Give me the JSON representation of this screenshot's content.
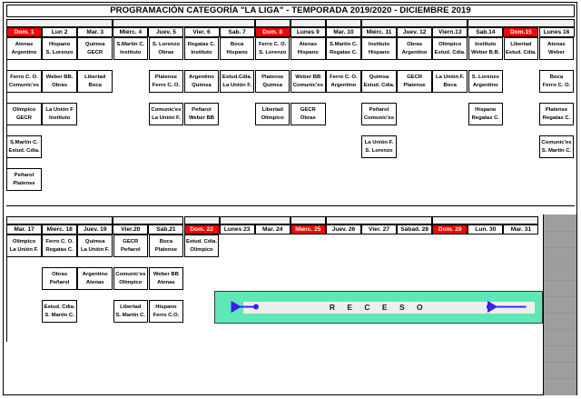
{
  "document": {
    "title": "PROGRAMACIÓN CATEGORÍA \"LA LIGA\" - TEMPORADA 2019/2020 - DICIEMBRE 2019",
    "accent_sunday": "#ff0000",
    "accent_receso": "#5ee8b5",
    "accent_arrow": "#3b1ef0"
  },
  "block1": {
    "dates": [
      {
        "label": "Dom. 1",
        "sunday": true
      },
      {
        "label": "Lun 2",
        "sunday": false
      },
      {
        "label": "Mar. 3",
        "sunday": false
      },
      {
        "label": "Miérc. 4",
        "sunday": false
      },
      {
        "label": "Juev. 5",
        "sunday": false
      },
      {
        "label": "Vier. 6",
        "sunday": false
      },
      {
        "label": "Sab. 7",
        "sunday": false
      },
      {
        "label": "Dom. 8",
        "sunday": true
      },
      {
        "label": "Lunes 9",
        "sunday": false
      },
      {
        "label": "Mar. 10",
        "sunday": false
      },
      {
        "label": "Miérc. 11",
        "sunday": false
      },
      {
        "label": "Juev. 12",
        "sunday": false
      },
      {
        "label": "Viern.13",
        "sunday": false
      },
      {
        "label": "Sab.14",
        "sunday": false
      },
      {
        "label": "Dom.15",
        "sunday": true
      },
      {
        "label": "Lunes 16",
        "sunday": false
      }
    ],
    "rows": [
      [
        {
          "col": 0,
          "home": "Atenas",
          "away": "Argentino"
        },
        {
          "col": 1,
          "home": "Hispano",
          "away": "S. Lorenzo"
        },
        {
          "col": 2,
          "home": "Quimsa",
          "away": "GECR"
        },
        {
          "col": 3,
          "home": "S.Martín C.",
          "away": "Instituto"
        },
        {
          "col": 4,
          "home": "S. Lorenzo",
          "away": "Obras"
        },
        {
          "col": 5,
          "home": "Regatas C.",
          "away": "Instituto"
        },
        {
          "col": 6,
          "home": "Boca",
          "away": "Hispano"
        },
        {
          "col": 7,
          "home": "Ferro C. O.",
          "away": "S. Lorenzo"
        },
        {
          "col": 8,
          "home": "Atenas",
          "away": "Hispano"
        },
        {
          "col": 9,
          "home": "S.Martín C.",
          "away": "Regatas C."
        },
        {
          "col": 10,
          "home": "Instituto",
          "away": "Hispano"
        },
        {
          "col": 11,
          "home": "Obras",
          "away": "Argentino"
        },
        {
          "col": 12,
          "home": "Olímpico",
          "away": "Estud. Cdia."
        },
        {
          "col": 13,
          "home": "Instituto",
          "away": "Weber B.B."
        },
        {
          "col": 14,
          "home": "Libertad",
          "away": "Estud. Cdia."
        },
        {
          "col": 15,
          "home": "Atenas",
          "away": "Weber"
        }
      ],
      [
        {
          "col": 0,
          "home": "Ferro C. O.",
          "away": "Comunic'es"
        },
        {
          "col": 1,
          "home": "Weber BB.",
          "away": "Obras"
        },
        {
          "col": 2,
          "home": "Libertad",
          "away": "Boca"
        },
        {
          "col": 4,
          "home": "Platense",
          "away": "Ferro C. O."
        },
        {
          "col": 5,
          "home": "Argentino",
          "away": "Quimsa"
        },
        {
          "col": 6,
          "home": "Estud.Cdia.",
          "away": "La Unión F."
        },
        {
          "col": 7,
          "home": "Platense",
          "away": "Quimsa"
        },
        {
          "col": 8,
          "home": "Weber BB",
          "away": "Comunic'es"
        },
        {
          "col": 9,
          "home": "Ferro C. O.",
          "away": "Argentino"
        },
        {
          "col": 10,
          "home": "Quimsa",
          "away": "Estud. Cdia."
        },
        {
          "col": 11,
          "home": "GECR",
          "away": "Platense"
        },
        {
          "col": 12,
          "home": "La Unión F.",
          "away": "Boca"
        },
        {
          "col": 13,
          "home": "S. Lorenzo",
          "away": "Argentino"
        },
        {
          "col": 15,
          "home": "Boca",
          "away": "Ferro C. O."
        }
      ],
      [
        {
          "col": 0,
          "home": "Olímpico",
          "away": "GECR"
        },
        {
          "col": 1,
          "home": "La Unión F",
          "away": "Instituto"
        },
        {
          "col": 4,
          "home": "Comunic'es",
          "away": "La Unión F."
        },
        {
          "col": 5,
          "home": "Peñarol",
          "away": "Weber BB"
        },
        {
          "col": 7,
          "home": "Libertad",
          "away": "Olímpico"
        },
        {
          "col": 8,
          "home": "GECR",
          "away": "Obras"
        },
        {
          "col": 10,
          "home": "Peñarol",
          "away": "Comunic'es"
        },
        {
          "col": 13,
          "home": "Hispano",
          "away": "Regatas C."
        },
        {
          "col": 15,
          "home": "Platense",
          "away": "Regatas C."
        }
      ],
      [
        {
          "col": 0,
          "home": "S.Martín C.",
          "away": "Estud. Cdia."
        },
        {
          "col": 10,
          "home": "La Unión F.",
          "away": "S. Lorenzo"
        },
        {
          "col": 15,
          "home": "Comunic'es",
          "away": "S. Martín C."
        }
      ],
      [
        {
          "col": 0,
          "home": "Peñarol",
          "away": "Platense"
        }
      ]
    ]
  },
  "block2": {
    "dates": [
      {
        "label": "Mar. 17",
        "sunday": false
      },
      {
        "label": "Mierc. 18",
        "sunday": false
      },
      {
        "label": "Juev. 19",
        "sunday": false
      },
      {
        "label": "Vier.20",
        "sunday": false
      },
      {
        "label": "Sáb.21",
        "sunday": false
      },
      {
        "label": "Dom. 22",
        "sunday": true
      },
      {
        "label": "Lunes 23",
        "sunday": false
      },
      {
        "label": "Mar. 24",
        "sunday": false
      },
      {
        "label": "Mierc. 25",
        "sunday": true
      },
      {
        "label": "Juev. 26",
        "sunday": false
      },
      {
        "label": "Vier. 27",
        "sunday": false
      },
      {
        "label": "Sábad. 28",
        "sunday": false
      },
      {
        "label": "Dom. 29",
        "sunday": true
      },
      {
        "label": "Lun. 30",
        "sunday": false
      },
      {
        "label": "Mar. 31",
        "sunday": false
      }
    ],
    "rows": [
      [
        {
          "col": 0,
          "home": "Olímpico",
          "away": "La Unión F."
        },
        {
          "col": 1,
          "home": "Ferro C. O.",
          "away": "Regatas C."
        },
        {
          "col": 2,
          "home": "Quimsa",
          "away": "La Unión F."
        },
        {
          "col": 3,
          "home": "GECR",
          "away": "Peñarol"
        },
        {
          "col": 4,
          "home": "Boca",
          "away": "Platense"
        },
        {
          "col": 5,
          "home": "Estud. Cdia.",
          "away": "Olímpico"
        }
      ],
      [
        {
          "col": 1,
          "home": "Obras",
          "away": "Peñarol"
        },
        {
          "col": 2,
          "home": "Argentino",
          "away": "Atenas"
        },
        {
          "col": 3,
          "home": "Comunic'es",
          "away": "Olímpico"
        },
        {
          "col": 4,
          "home": "Weber BB",
          "away": "Atenas"
        }
      ],
      [
        {
          "col": 1,
          "home": "Estud. Cdia.",
          "away": "S. Martín C."
        },
        {
          "col": 3,
          "home": "Libertad",
          "away": "S. Martín C."
        },
        {
          "col": 4,
          "home": "Hispano",
          "away": "Ferro C.O."
        }
      ]
    ],
    "receso": {
      "label": "R E C E S O"
    }
  }
}
